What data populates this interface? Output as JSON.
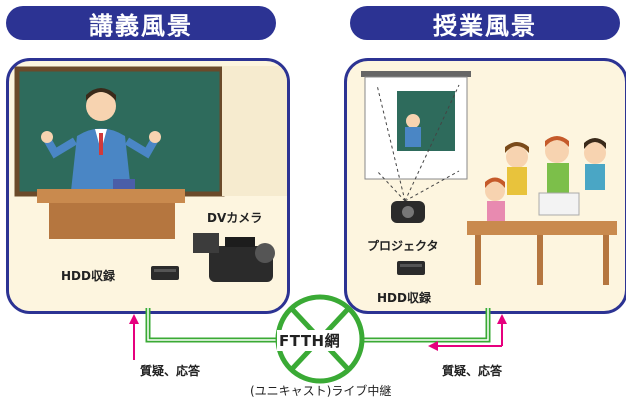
{
  "left": {
    "title": "講義風景",
    "camera_label": "DVカメラ",
    "hdd_label": "HDD収録"
  },
  "right": {
    "title": "授業風景",
    "projector_label": "プロジェクタ",
    "hdd_label": "HDD収録"
  },
  "network": {
    "label": "FTTH網",
    "caption": "(ユニキャスト)ライブ中継"
  },
  "arrows": {
    "left_label": "質疑、応答",
    "right_label": "質疑、応答"
  },
  "colors": {
    "header": "#2c3393",
    "panel_bg": "#fdf5df",
    "cable": "#3aaa35",
    "arrow": "#e6007e",
    "board": "#2e6b5c"
  }
}
